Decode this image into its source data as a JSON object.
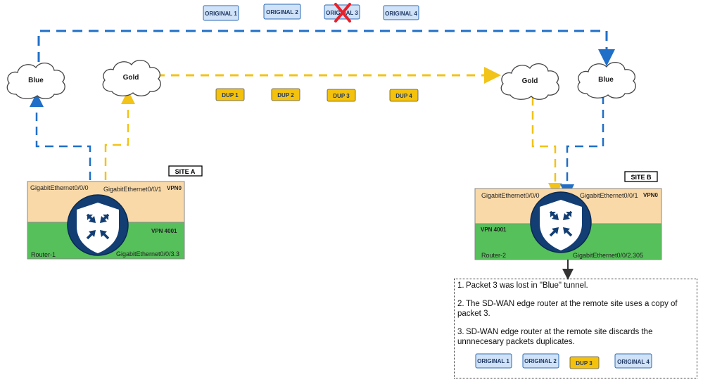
{
  "colors": {
    "blue_tunnel": "#1f6fc8",
    "gold_tunnel": "#f2c318",
    "vpn0_fill": "#f9d9a8",
    "vpn4001_fill": "#56c05a",
    "router_icon": "#123e74",
    "original_box": "#cfe2f7",
    "dup_box": "#f4c20d",
    "lost_mark": "#e8202a"
  },
  "top_packets": [
    {
      "label": "ORIGINAL 1"
    },
    {
      "label": "ORIGINAL 2"
    },
    {
      "label": "ORIGINAL 3",
      "lost": true
    },
    {
      "label": "ORIGINAL 4"
    }
  ],
  "dup_packets": [
    {
      "label": "DUP 1"
    },
    {
      "label": "DUP 2"
    },
    {
      "label": "DUP 3"
    },
    {
      "label": "DUP 4"
    }
  ],
  "clouds": {
    "left_blue": "Blue",
    "left_gold": "Gold",
    "right_gold": "Gold",
    "right_blue": "Blue"
  },
  "site_a": {
    "label": "SITE A",
    "router": "Router-1",
    "iface_blue": "GigabitEthernet0/0/0",
    "iface_gold": "GigabitEthernet0/0/1",
    "iface_lan": "GigabitEthernet0/0/3.3",
    "vpn0": "VPN0",
    "vpn_service": "VPN 4001"
  },
  "site_b": {
    "label": "SITE B",
    "router": "Router-2",
    "iface_blue": "GigabitEthernet0/0/0",
    "iface_gold": "GigabitEthernet0/0/1",
    "iface_lan": "GigabitEthernet0/0/2.305",
    "vpn0": "VPN0",
    "vpn_service": "VPN 4001"
  },
  "notes": [
    {
      "num": "1.",
      "text": "Packet 3 was lost in  \"Blue\" tunnel."
    },
    {
      "num": "2.",
      "text": "The SD-WAN edge router at the remote site uses a copy of packet 3."
    },
    {
      "num": "3.",
      "text": "SD-WAN edge router at the remote site discards the unnnecesary packets duplicates."
    }
  ],
  "result_packets": [
    {
      "label": "ORIGINAL 1",
      "kind": "original"
    },
    {
      "label": "ORIGINAL 2",
      "kind": "original"
    },
    {
      "label": "DUP 3",
      "kind": "dup"
    },
    {
      "label": "ORIGINAL 4",
      "kind": "original"
    }
  ]
}
